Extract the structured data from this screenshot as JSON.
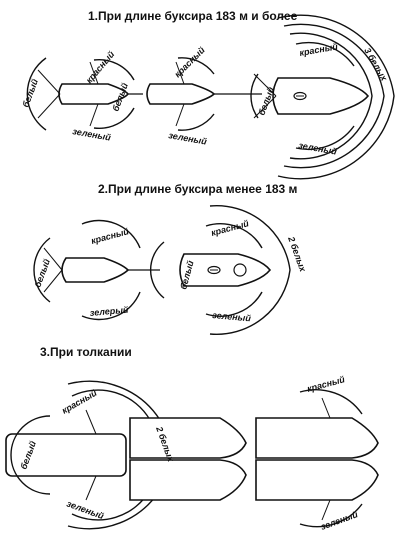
{
  "sections": [
    {
      "heading": "1.При длине буксира 183 м и более"
    },
    {
      "heading": "2.При длине буксира менее 183 м"
    },
    {
      "heading": "3.При толкании"
    }
  ],
  "labels": {
    "white": "белый",
    "red": "красный",
    "green": "зеленый",
    "green_alt": "зелерый",
    "three_white": "3 белых",
    "two_white": "2 белых"
  },
  "colors": {
    "ink": "#111111",
    "paper": "#ffffff"
  }
}
